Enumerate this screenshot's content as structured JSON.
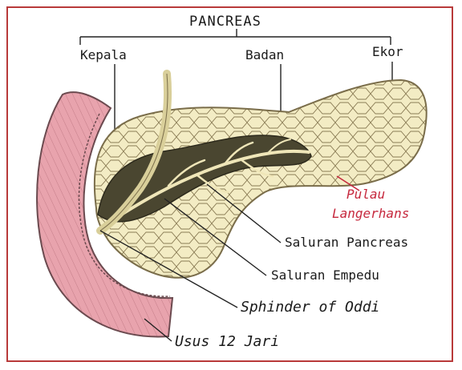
{
  "diagram": {
    "title": "PANCREAS",
    "regions": {
      "head": "Kepala",
      "body": "Badan",
      "tail": "Ekor"
    },
    "labels": {
      "islets_line1": "Pulau",
      "islets_line2": "Langerhans",
      "pancreatic_duct": "Saluran Pancreas",
      "bile_duct": "Saluran Empedu",
      "sphincter": "Sphinder of Oddi",
      "duodenum": "Usus 12 Jari"
    },
    "colors": {
      "frame": "#b83a3a",
      "tissue": "#f3ecc4",
      "tissue_outline": "#7a6d4a",
      "duct_cavity": "#4a4630",
      "duodenum": "#e8a3ad",
      "islets_label": "#c6283d"
    }
  }
}
